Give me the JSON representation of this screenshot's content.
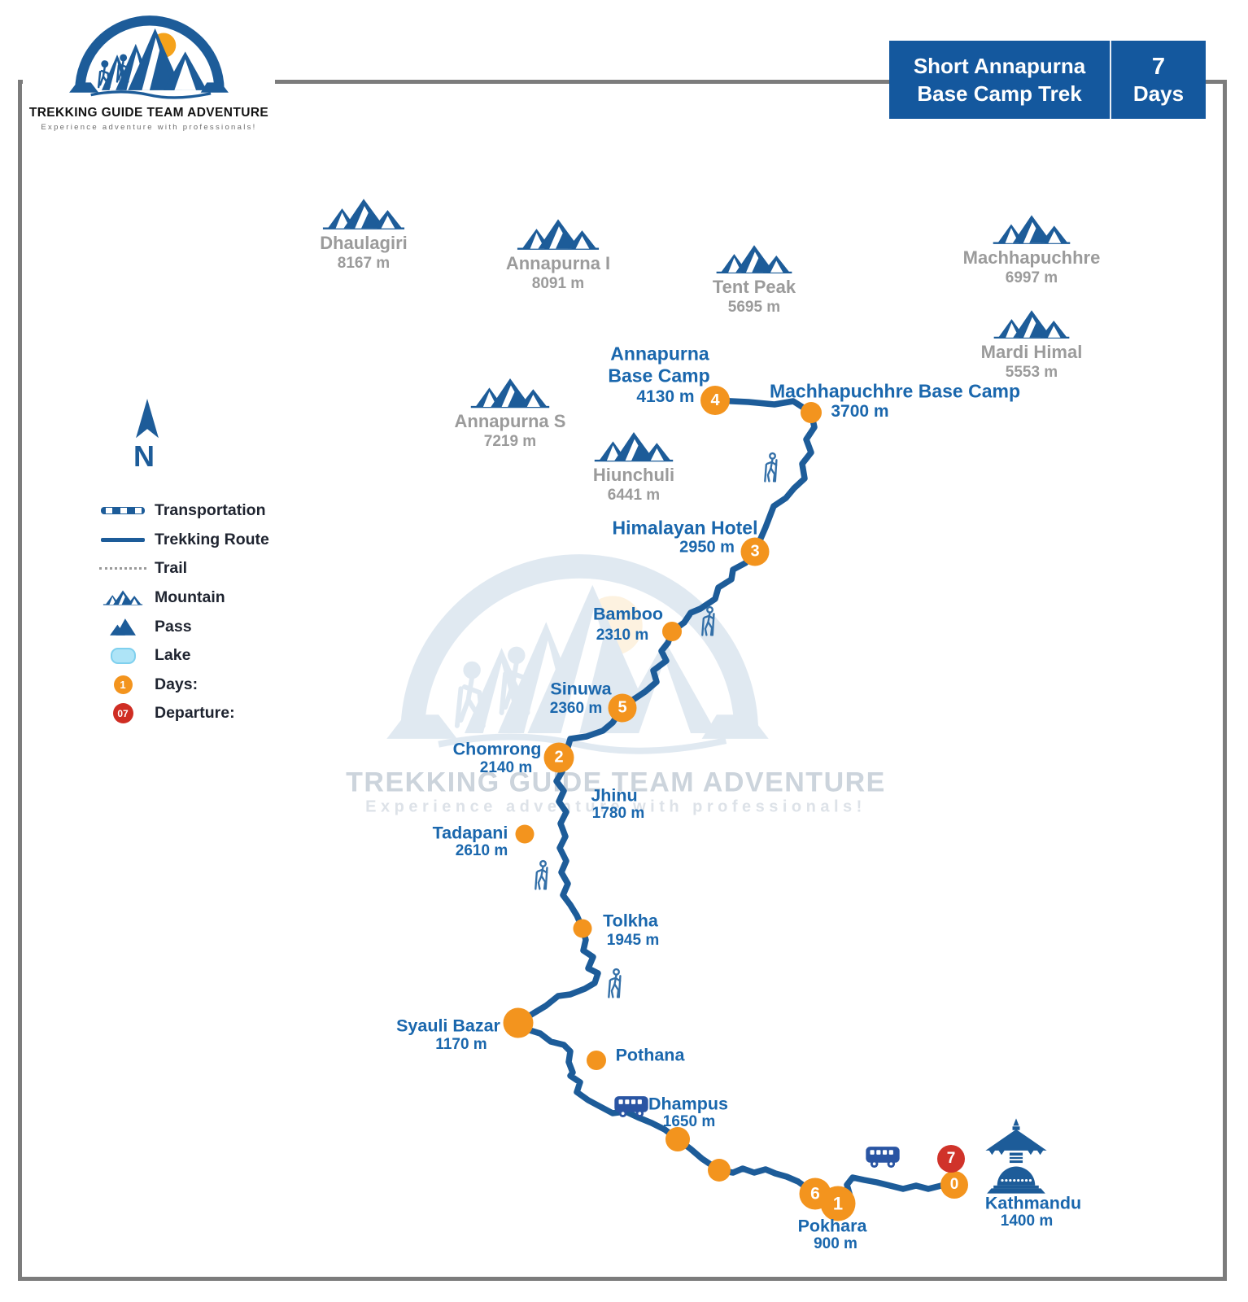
{
  "brand": {
    "name": "TREKKING GUIDE TEAM ADVENTURE",
    "tagline": "Experience adventure with professionals!"
  },
  "title_box": {
    "line1": "Short Annapurna",
    "line2": "Base Camp Trek",
    "days_value": "7",
    "days_label": "Days"
  },
  "compass": {
    "label": "N"
  },
  "legend": {
    "items": [
      {
        "label": "Transportation"
      },
      {
        "label": "Trekking Route"
      },
      {
        "label": "Trail"
      },
      {
        "label": "Mountain"
      },
      {
        "label": "Pass"
      },
      {
        "label": "Lake"
      },
      {
        "label": "Days:",
        "badge": "1"
      },
      {
        "label": "Departure:",
        "badge": "07"
      }
    ]
  },
  "mountains": [
    {
      "name": "Dhaulagiri",
      "elevation": "8167 m"
    },
    {
      "name": "Annapurna I",
      "elevation": "8091 m"
    },
    {
      "name": "Tent Peak",
      "elevation": "5695 m"
    },
    {
      "name": "Machhapuchhre",
      "elevation": "6997 m"
    },
    {
      "name": "Mardi Himal",
      "elevation": "5553 m"
    },
    {
      "name": "Annapurna S",
      "elevation": "7219 m"
    },
    {
      "name": "Hiunchuli",
      "elevation": "6441 m"
    }
  ],
  "stops": [
    {
      "name": "Annapurna Base Camp",
      "name_lines": [
        "Annapurna",
        "Base Camp"
      ],
      "elevation": "4130 m",
      "day": "4"
    },
    {
      "name": "Machhapuchhre Base Camp",
      "elevation": "3700 m"
    },
    {
      "name": "Himalayan Hotel",
      "elevation": "2950 m",
      "day": "3"
    },
    {
      "name": "Bamboo",
      "elevation": "2310 m"
    },
    {
      "name": "Sinuwa",
      "elevation": "2360 m",
      "day": "5"
    },
    {
      "name": "Chomrong",
      "elevation": "2140 m",
      "day": "2"
    },
    {
      "name": "Jhinu",
      "elevation": "1780 m"
    },
    {
      "name": "Tadapani",
      "elevation": "2610 m"
    },
    {
      "name": "Tolkha",
      "elevation": "1945 m"
    },
    {
      "name": "Syauli Bazar",
      "elevation": "1170 m"
    },
    {
      "name": "Pothana"
    },
    {
      "name": "Dhampus",
      "elevation": "1650 m"
    },
    {
      "name": "Pokhara",
      "elevation": "900 m",
      "days": [
        "6",
        "1"
      ]
    },
    {
      "name": "Kathmandu",
      "elevation": "1400 m",
      "departure": "7",
      "day": "0"
    }
  ],
  "watermark": {
    "line1": "TREKKING GUIDE TEAM ADVENTURE",
    "line2": "Experience adventure with professionals!"
  },
  "colors": {
    "route_blue": "#1d5c99",
    "label_blue": "#1a67ad",
    "header_blue": "#14589e",
    "marker_orange": "#f3941e",
    "departure_red": "#d0332a",
    "mountain_gray": "#9b9b9b",
    "frame_gray": "#7c7c7c",
    "lake_blue": "#aee4f7"
  }
}
